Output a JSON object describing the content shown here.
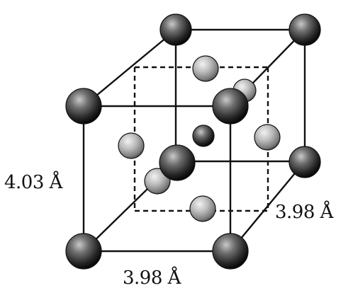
{
  "labels": {
    "height": "4.03 Å",
    "width": "3.98 Å",
    "depth": "3.98 Å"
  },
  "colors": {
    "line": "#111111",
    "corner_atom": "dark-gray",
    "face_atom": "light-gray",
    "center_atom": "dark-gray"
  }
}
